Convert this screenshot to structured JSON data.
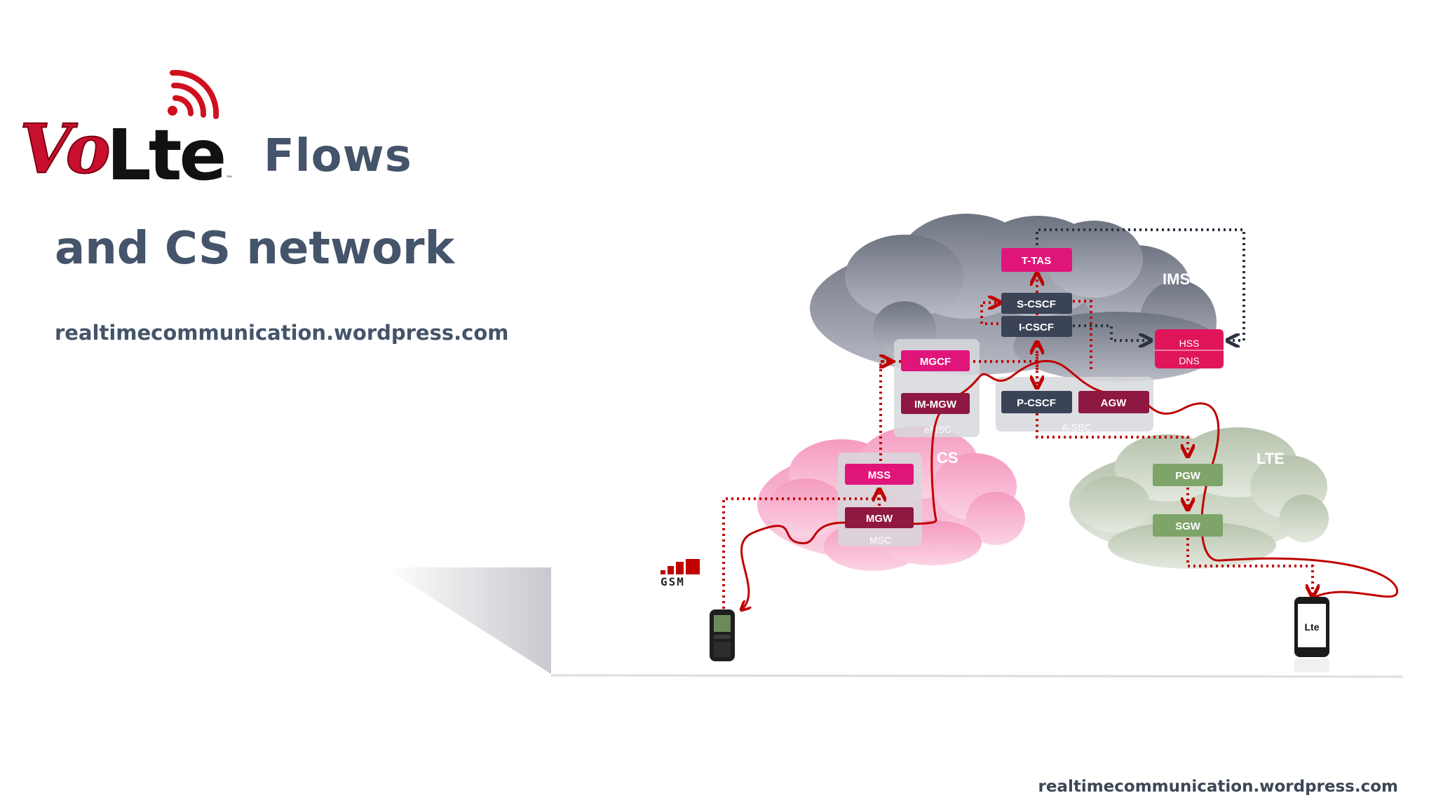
{
  "slide": {
    "logo_text": "VoLte",
    "title_line1": "Flows",
    "title_line2": "and CS network",
    "subtitle": "realtimecommunication.wordpress.com",
    "footer": "realtimecommunication.wordpress.com"
  },
  "clouds": {
    "ims": "IMS",
    "cs": "CS",
    "lte": "LTE"
  },
  "groups": {
    "emsc": "eMSC",
    "asbc": "A-SBC",
    "msc": "MSC"
  },
  "nodes": {
    "ttas": "T-TAS",
    "scscf": "S-CSCF",
    "icscf": "I-CSCF",
    "hss": "HSS",
    "dns": "DNS",
    "mgcf": "MGCF",
    "immgw": "IM-MGW",
    "pcscf": "P-CSCF",
    "agw": "AGW",
    "mss": "MSS",
    "mgw": "MGW",
    "pgw": "PGW",
    "sgw": "SGW"
  },
  "devices": {
    "gsm_logo": "GSM",
    "lte_phone_label": "Lte"
  },
  "colors": {
    "title": "#44546a",
    "signaling": "#c00000",
    "ims_node": "#3b4457",
    "cs_node": "#e0157a",
    "mgw_node": "#8e1842",
    "lte_node": "#7ea46a",
    "ims_cloud": "#8c8f9a",
    "cs_cloud": "#f7a8c8",
    "lte_cloud": "#c7d2bf"
  }
}
